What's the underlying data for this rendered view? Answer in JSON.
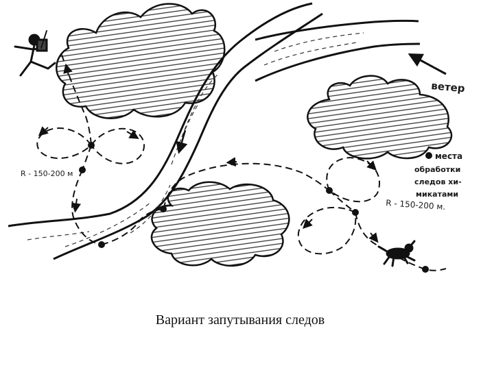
{
  "labels": {
    "wind": "ветер",
    "radius_left": "R - 150-200 м",
    "radius_right": "R - 150-200 м.",
    "legend_line1": "места",
    "legend_line2": "обработки",
    "legend_line3": "следов хи-",
    "legend_line4": "микатами"
  },
  "caption": "Вариант запутывания следов"
}
